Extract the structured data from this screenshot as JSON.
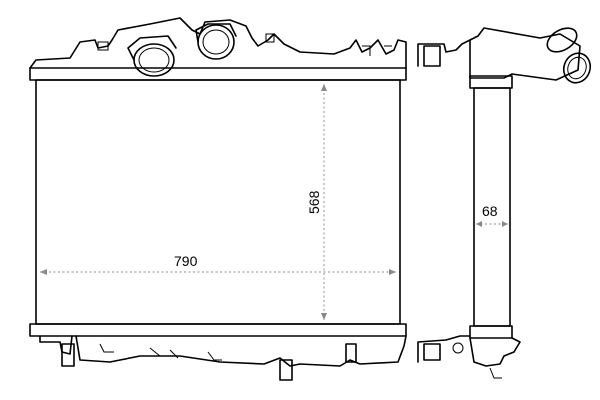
{
  "dimensions": {
    "width_label": "790",
    "height_label": "568",
    "depth_label": "68"
  }
}
